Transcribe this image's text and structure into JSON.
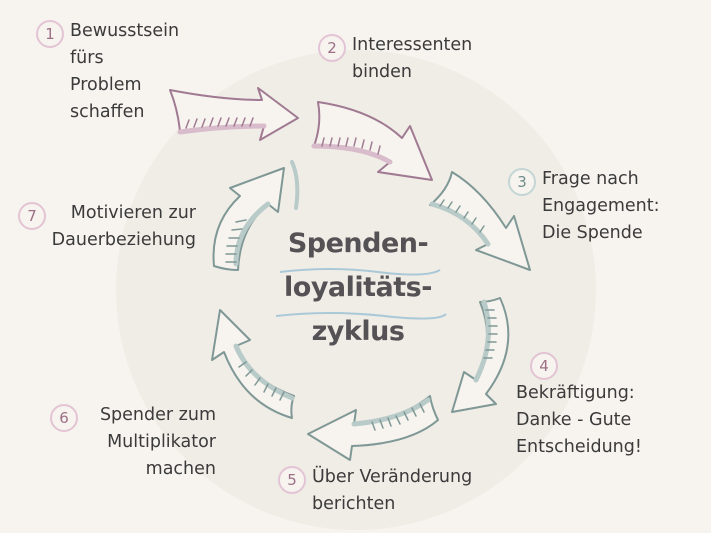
{
  "title": "Spenden-\nloyalitäts-\nzyklus",
  "steps": [
    {
      "num": "1",
      "label": "Bewusstsein\nfürs\nProblem\nschaffen"
    },
    {
      "num": "2",
      "label": "Interessenten\nbinden"
    },
    {
      "num": "3",
      "label": "Frage nach\nEngagement:\nDie Spende"
    },
    {
      "num": "4",
      "label": "Bekräftigung:\nDanke - Gute\nEntscheidung!"
    },
    {
      "num": "5",
      "label": "Über Veränderung\nberichten"
    },
    {
      "num": "6",
      "label": "Spender zum\nMultiplikator\nmachen"
    },
    {
      "num": "7",
      "label": "Motivieren zur\nDauerbeziehung"
    }
  ],
  "colors": {
    "background": "#f7f4ef",
    "pink": "#a07a92",
    "teal": "#7f9896",
    "text": "#3b3b3b"
  }
}
